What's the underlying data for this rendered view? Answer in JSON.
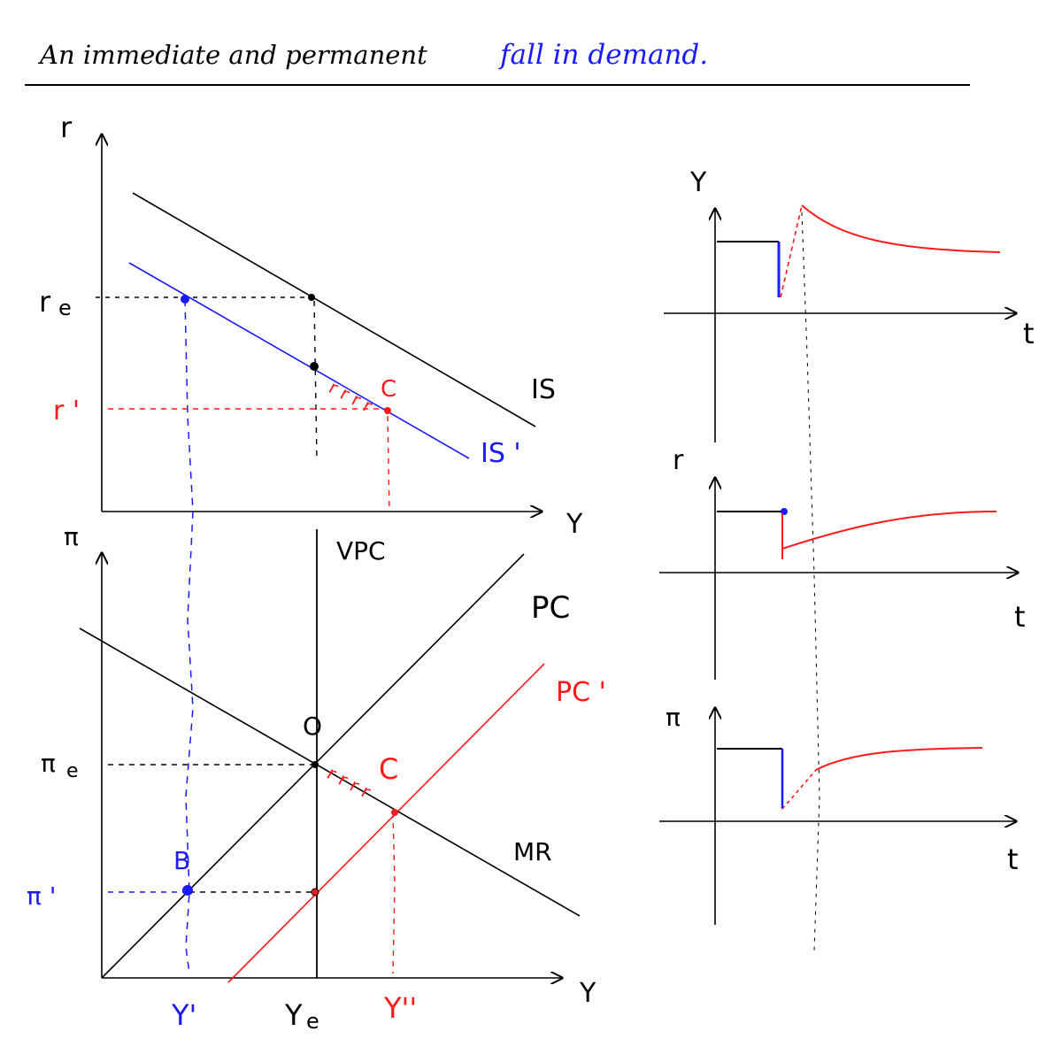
{
  "title": {
    "black_part": "An immediate and permanent",
    "blue_part": "fall in demand."
  },
  "colors": {
    "ink": "#000000",
    "blue": "#1a1aff",
    "red": "#ff1a1a"
  },
  "is_diagram": {
    "y_axis": "r",
    "x_axis": "Y",
    "r_e": "r",
    "r_e_sub": "e",
    "r_prime": "r '",
    "is": "IS",
    "is_prime": "IS '",
    "point_c": "C",
    "arrows": "r r r r",
    "vpc": "VPC"
  },
  "pc_diagram": {
    "y_axis": "π",
    "x_axis": "Y",
    "pi_e": "π",
    "pi_e_sub": "e",
    "pi_prime": "π '",
    "pc": "PC",
    "pc_prime": "PC '",
    "mr": "MR",
    "point_o": "O",
    "point_b": "B",
    "point_c": "C",
    "arrows": "r r r r",
    "y_prime": "Y'",
    "y_e": "Y",
    "y_e_sub": "e",
    "y_double_prime": "Y''"
  },
  "time_paths": {
    "y_panel": {
      "y_axis": "Y",
      "x_axis": "t"
    },
    "r_panel": {
      "y_axis": "r",
      "x_axis": "t"
    },
    "pi_panel": {
      "y_axis": "π",
      "x_axis": "t"
    }
  }
}
